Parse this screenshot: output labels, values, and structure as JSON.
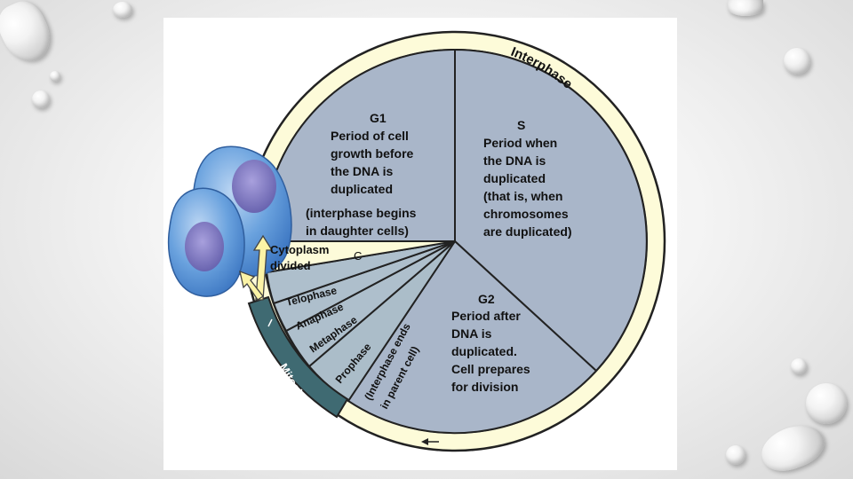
{
  "diagram": {
    "interphase_label": "Interphase",
    "g1": {
      "title": "G1",
      "lines": [
        "Period of cell",
        "growth before",
        "the DNA is",
        "duplicated"
      ],
      "note_lines": [
        "(interphase begins",
        "in daughter cells)"
      ]
    },
    "s": {
      "title": "S",
      "lines": [
        "Period when",
        "the DNA is",
        "duplicated",
        "(that is, when",
        "chromosomes",
        "are duplicated)"
      ]
    },
    "g2": {
      "title": "G2",
      "lines": [
        "Period after",
        "DNA is",
        "duplicated.",
        "Cell prepares",
        "for division"
      ]
    },
    "cytoplasm_lines": [
      "Cytoplasm",
      "divided"
    ],
    "cytoplasm_mark": "C",
    "phases": [
      "Telophase",
      "Anaphase",
      "Metaphase",
      "Prophase"
    ],
    "interphase_ends_lines": [
      "(Interphase ends",
      "in parent cell)"
    ],
    "mitosis_label": "Mitosis",
    "colors": {
      "sector": "#a9b6c9",
      "ring": "#fdfbd9",
      "mitosis_band": "#3f6a72",
      "stroke": "#222222",
      "cell": "#6aa2de",
      "nucleus": "#7b78c4"
    },
    "icons": [
      "water-drop-icon",
      "cell-icon",
      "arrow-icon"
    ]
  }
}
